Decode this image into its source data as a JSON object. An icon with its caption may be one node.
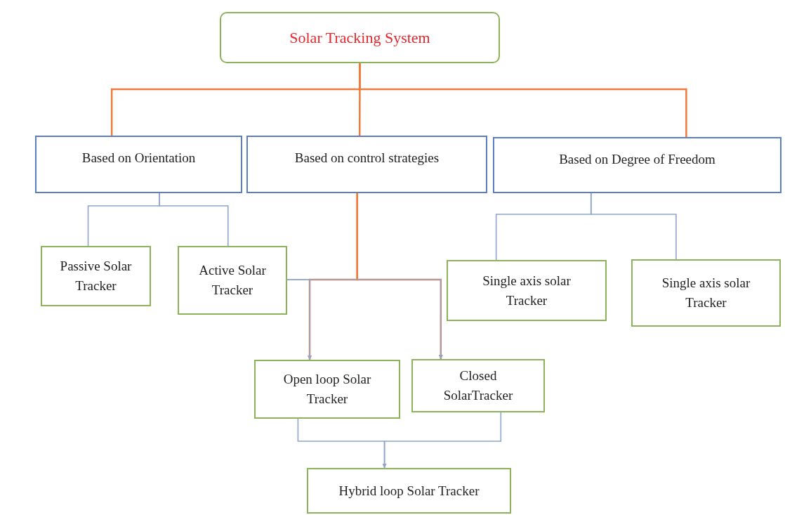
{
  "diagram": {
    "nodes": [
      {
        "text": [
          "Solar Tracking System"
        ]
      },
      {
        "text": [
          "Based on Orientation"
        ]
      },
      {
        "text": [
          "Based on control strategies"
        ]
      },
      {
        "text": [
          "Based on Degree of Freedom"
        ]
      },
      {
        "text": [
          "Passive Solar Tracker"
        ]
      },
      {
        "text": [
          "Active Solar Tracker"
        ]
      },
      {
        "text": [
          "Single axis solar Tracker"
        ]
      },
      {
        "text": [
          "Single axis solar Tracker"
        ]
      },
      {
        "text": [
          "Open loop Solar Tracker"
        ]
      },
      {
        "text": [
          "Closed SolarTracker"
        ]
      },
      {
        "text": [
          "Hybrid loop Solar Tracker"
        ]
      }
    ],
    "edges": [
      {
        "from": 0,
        "to": 1,
        "arrow": "none",
        "color": "#f07b3a"
      },
      {
        "from": 0,
        "to": 2,
        "arrow": "none",
        "color": "#f07b3a"
      },
      {
        "from": 0,
        "to": 3,
        "arrow": "none",
        "color": "#f07b3a"
      },
      {
        "from": 1,
        "to": 4,
        "arrow": "none"
      },
      {
        "from": 1,
        "to": 5,
        "arrow": "none"
      },
      {
        "from": 2,
        "to": 8,
        "arrow": "to",
        "color": "#f07b3a"
      },
      {
        "from": 2,
        "to": 9,
        "arrow": "to",
        "color": "#f07b3a"
      },
      {
        "from": 5,
        "to": 8,
        "arrow": "to"
      },
      {
        "from": 5,
        "to": 9,
        "arrow": "to"
      },
      {
        "from": 3,
        "to": 6,
        "arrow": "none"
      },
      {
        "from": 3,
        "to": 7,
        "arrow": "none"
      },
      {
        "from": 8,
        "to": 10,
        "arrow": "to"
      },
      {
        "from": 9,
        "to": 10,
        "arrow": "to"
      }
    ]
  }
}
